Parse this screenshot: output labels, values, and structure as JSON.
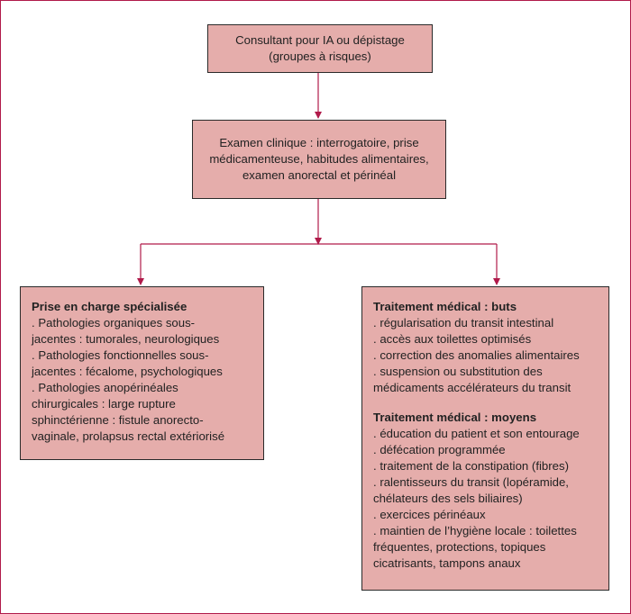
{
  "colors": {
    "box_fill": "#e5adab",
    "box_border": "#2a2a2a",
    "connector": "#b01a4a"
  },
  "top_box": {
    "text": "Consultant pour IA ou dépistage\n(groupes à risques)"
  },
  "exam_box": {
    "text": "Examen clinique : interrogatoire, prise\nmédicamenteuse, habitudes alimentaires,\nexamen anorectal et périnéal"
  },
  "left_box": {
    "title": "Prise en charge spécialisée",
    "items": [
      ". Pathologies organiques sous-\njacentes : tumorales, neurologiques",
      ". Pathologies fonctionnelles sous-\njacentes : fécalome, psychologiques",
      ". Pathologies anopérinéales\nchirurgicales : large rupture\nsphinctérienne : fistule anorecto-\nvaginale, prolapsus rectal extériorisé"
    ]
  },
  "right_box": {
    "section1_title": "Traitement médical : buts",
    "section1_items": [
      ". régularisation du transit intestinal",
      ". accès aux toilettes optimisés",
      ". correction des anomalies alimentaires",
      ". suspension ou substitution des\nmédicaments accélérateurs du transit"
    ],
    "section2_title": "Traitement médical : moyens",
    "section2_items": [
      ". éducation du patient et son entourage",
      ". défécation programmée",
      ". traitement de la constipation (fibres)",
      ". ralentisseurs du transit (lopéramide,\nchélateurs des sels biliaires)",
      ". exercices périnéaux",
      ". maintien de l’hygiène locale : toilettes\nfréquentes, protections, topiques\ncicatrisants, tampons anaux"
    ]
  }
}
